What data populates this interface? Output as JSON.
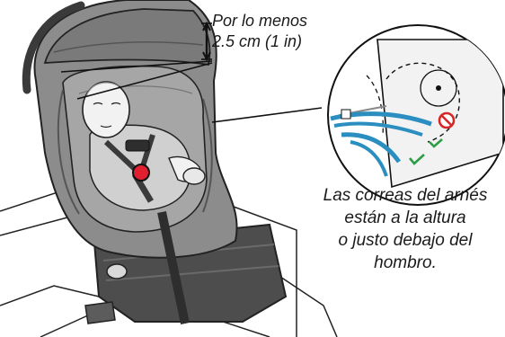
{
  "measurement_note": {
    "line1": "Por lo menos",
    "line2": "2.5 cm (1 in)"
  },
  "strap_caption": {
    "line1": "Las correas del arnés",
    "line2": "están a la altura",
    "line3": "o justo debajo del",
    "line4": "hombro."
  },
  "colors": {
    "seat_shell": "#8c8c8c",
    "seat_dark": "#555555",
    "seat_light": "#b3b3b3",
    "harness_strap": "#2a8fc0",
    "check_mark": "#2e9e46",
    "no_symbol": "#d62828",
    "buckle_red": "#e02030"
  },
  "icons": [
    "check-mark-icon",
    "check-mark-icon",
    "no-symbol-icon"
  ]
}
